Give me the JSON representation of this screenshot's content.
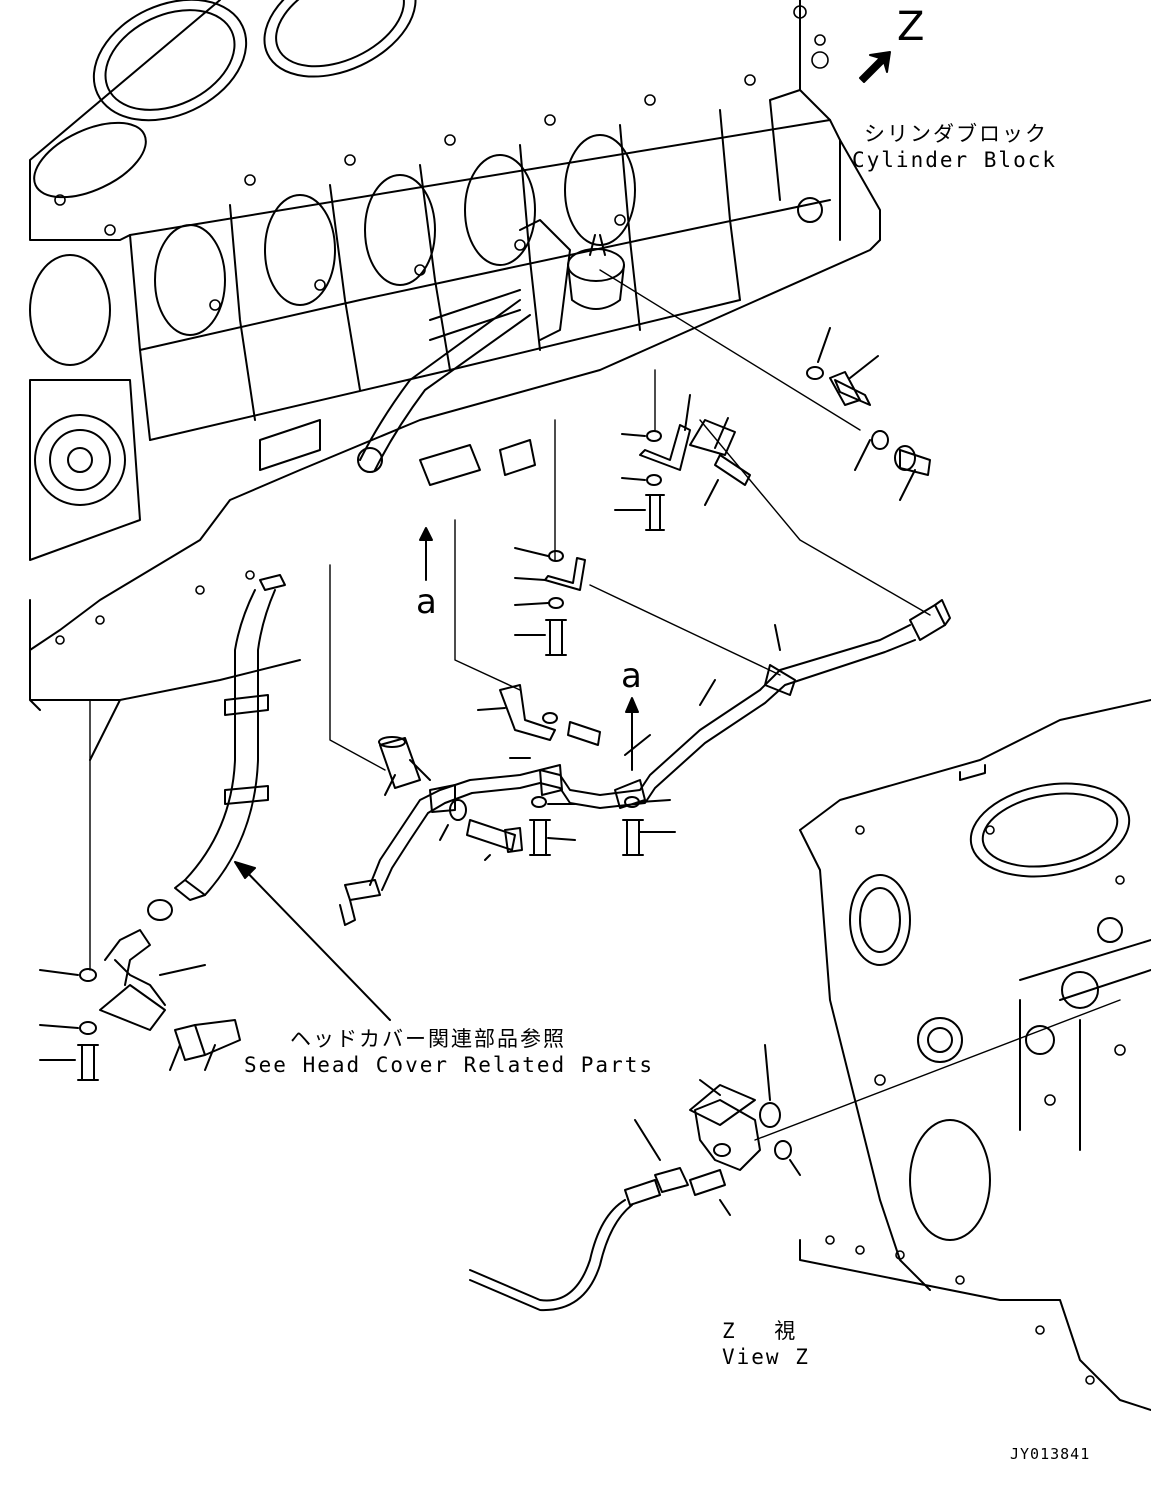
{
  "labels": {
    "view_letter": "Z",
    "marker_a_1": "a",
    "marker_a_2": "a",
    "cylinder_block_jp": "シリンダブロック",
    "cylinder_block_en": "Cylinder Block",
    "head_cover_jp": "ヘッドカバー関連部品参照",
    "head_cover_en": "See Head Cover Related Parts",
    "view_z_jp": "Z　 視",
    "view_z_en": "View Z",
    "drawing_number": "JY013841"
  },
  "colors": {
    "line": "#000000",
    "background": "#ffffff"
  }
}
